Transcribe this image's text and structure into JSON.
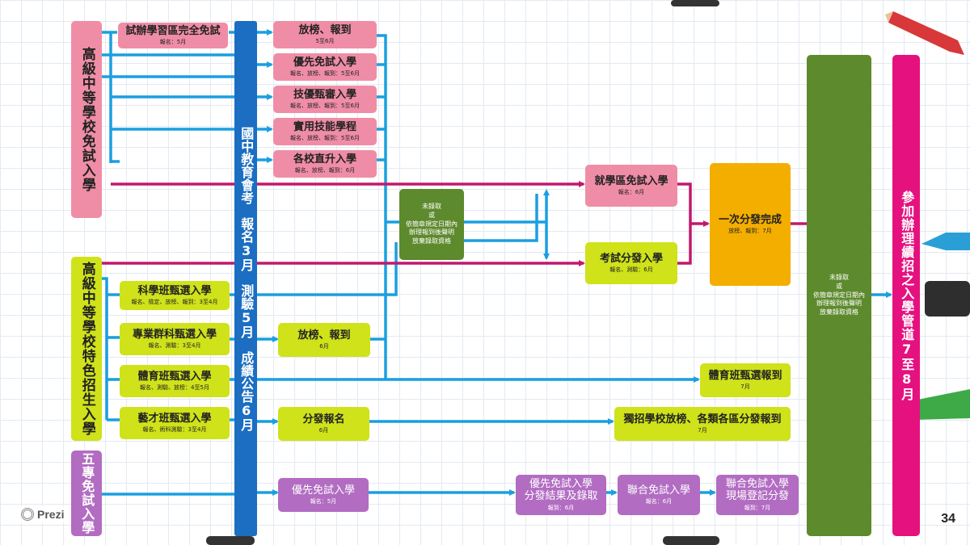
{
  "left_groups": {
    "high_free": "高級中等學校免試入學",
    "high_special": "高級中等學校特色招生入學",
    "five_year": "五專免試入學"
  },
  "top_boxes": {
    "pilot": {
      "title": "試辦學習區完全免試",
      "sub": "報名：5月"
    },
    "announce": {
      "title": "放榜、報到",
      "sub": "5至6月"
    },
    "priority": {
      "title": "優先免試入學",
      "sub": "報名、放榜、報到：5至6月"
    },
    "skill_priority": {
      "title": "技優甄審入學",
      "sub": "報名、放榜、報到：5至6月"
    },
    "practical": {
      "title": "實用技能學程",
      "sub": "報名、放榜、報到：5至6月"
    },
    "direct": {
      "title": "各校直升入學",
      "sub": "報名、放榜、報到：6月"
    }
  },
  "exam_bar": "國中教育會考　報名3月　測驗5月　成績公告6月",
  "middle": {
    "unadmitted": "未錄取\n或\n依簡章規定日期內\n辦理報到後聲明\n放棄錄取資格",
    "district": {
      "title": "就學區免試入學",
      "sub": "報名：6月"
    },
    "exam_dist": {
      "title": "考試分發入學",
      "sub": "報名、測驗：6月"
    },
    "one_time": {
      "title": "一次分發完成",
      "sub": "放榜、報到：7月"
    }
  },
  "special_boxes": {
    "science": {
      "title": "科學班甄選入學",
      "sub": "報名、檢定、放榜、報到：3至4月"
    },
    "professional": {
      "title": "專業群科甄選入學",
      "sub": "報名、測驗：3至4月"
    },
    "sports": {
      "title": "體育班甄選入學",
      "sub": "報名、測驗、放榜：4至5月"
    },
    "arts": {
      "title": "藝才班甄選入學",
      "sub": "報名、術科測驗：3至4月"
    },
    "announce2": {
      "title": "放榜、報到",
      "sub": "6月"
    },
    "dist_signup": {
      "title": "分發報名",
      "sub": "6月"
    },
    "sports_report": {
      "title": "體育班甄選報到",
      "sub": "7月"
    },
    "indep": {
      "title": "獨招學校放榜、各類各區分發報到",
      "sub": "7月"
    }
  },
  "five_boxes": {
    "priority": {
      "title": "優先免試入學",
      "sub": "報名：5月"
    },
    "result": {
      "title": "優先免試入學\n分發結果及錄取",
      "sub": "報到：6月"
    },
    "joint": {
      "title": "聯合免試入學",
      "sub": "報名：6月"
    },
    "onsite": {
      "title": "聯合免試入學\n現場登記分發",
      "sub": "報到：7月"
    }
  },
  "right": {
    "unadmitted2": "未錄取\n或\n依簡章規定日期內\n辦理報到後聲明\n放棄錄取資格",
    "continue": "參加辦理續招之入學管道7至8月"
  },
  "footer": {
    "logo": "Prezi",
    "page": "34"
  },
  "colors": {
    "pink": "#f08da6",
    "lime": "#cfe21a",
    "purple": "#b26cc2",
    "orange": "#f4ae00",
    "dark_green": "#5d8a2d",
    "magenta": "#e5117f",
    "blue_line": "#1a9fe0",
    "magenta_line": "#c2186e",
    "exam_bar": "#1b6ec2"
  },
  "icons": [
    "prezi-logo-icon",
    "pencil-decoration-icon"
  ]
}
